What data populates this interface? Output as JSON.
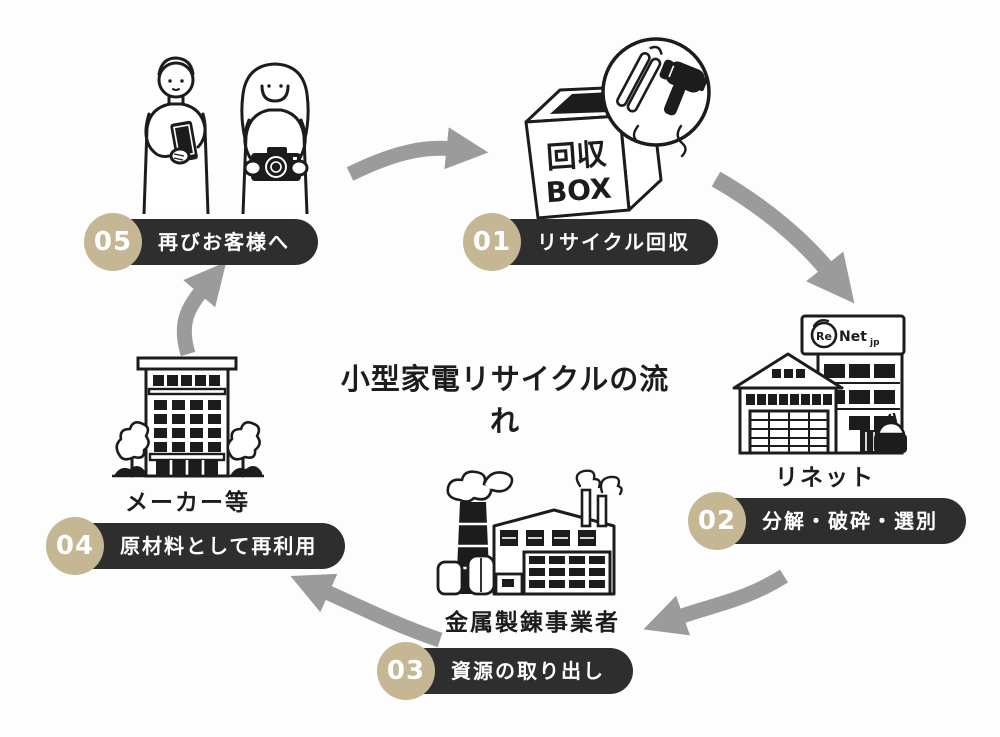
{
  "title": "小型家電リサイクルの流れ",
  "colors": {
    "badge_circle": "#c5b794",
    "badge_pill": "#2e2e2e",
    "arrow": "#9b9b9b",
    "ink": "#1c1c1c",
    "background": "#fdfdfd",
    "text_on_dark": "#ffffff"
  },
  "steps": [
    {
      "number": "01",
      "label": "リサイクル回収"
    },
    {
      "number": "02",
      "label": "分解・破砕・選別"
    },
    {
      "number": "03",
      "label": "資源の取り出し"
    },
    {
      "number": "04",
      "label": "原材料として再利用"
    },
    {
      "number": "05",
      "label": "再びお客様へ"
    }
  ],
  "illustrations": {
    "collection_box": {
      "line1": "回収",
      "line2": "BOX"
    },
    "renet_facility": {
      "caption": "リネット",
      "logo_re": "Re",
      "logo_net": "Net",
      "logo_jp": "jp"
    },
    "smelter": {
      "caption": "金属製錬事業者"
    },
    "maker": {
      "caption": "メーカー等"
    }
  }
}
